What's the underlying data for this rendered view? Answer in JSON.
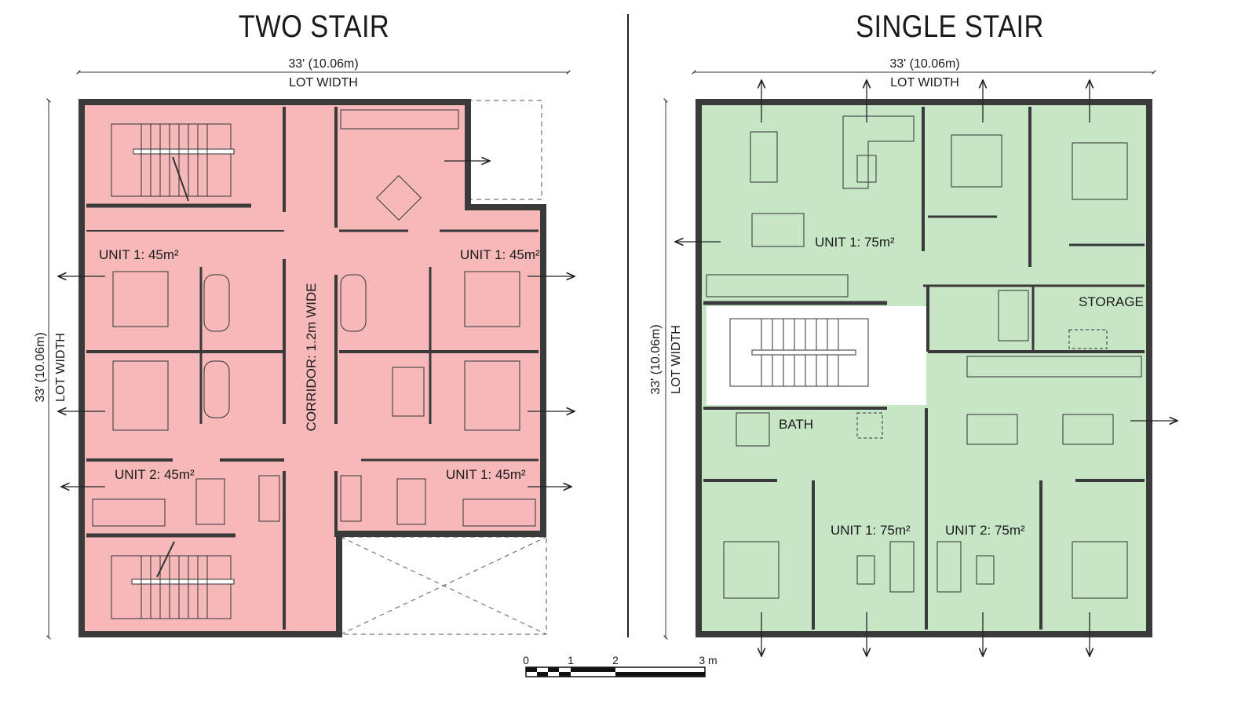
{
  "left": {
    "title": "TWO STAIR",
    "dim_value": "33' (10.06m)",
    "dim_label": "LOT WIDTH",
    "side_dim_value": "33' (10.06m)",
    "side_dim_label": "LOT WIDTH",
    "corridor_label": "CORRIDOR: 1.2m WIDE",
    "units": [
      {
        "label": "UNIT 1: 45m²"
      },
      {
        "label": "UNIT 1: 45m²"
      },
      {
        "label": "UNIT 2: 45m²"
      },
      {
        "label": "UNIT 1: 45m²"
      }
    ],
    "fill_color": "#f6b8b8"
  },
  "right": {
    "title": "SINGLE STAIR",
    "dim_value": "33' (10.06m)",
    "dim_label": "LOT WIDTH",
    "side_dim_value": "33' (10.06m)",
    "side_dim_label": "LOT WIDTH",
    "units": [
      {
        "label": "UNIT 1: 75m²"
      },
      {
        "label": "UNIT 1: 75m²"
      },
      {
        "label": "UNIT 2: 75m²"
      }
    ],
    "storage_label": "STORAGE",
    "bath_label": "BATH",
    "fill_color": "#c6e6c6"
  },
  "scale_bar": {
    "ticks": [
      "0",
      "1",
      "2",
      "3 m"
    ]
  }
}
